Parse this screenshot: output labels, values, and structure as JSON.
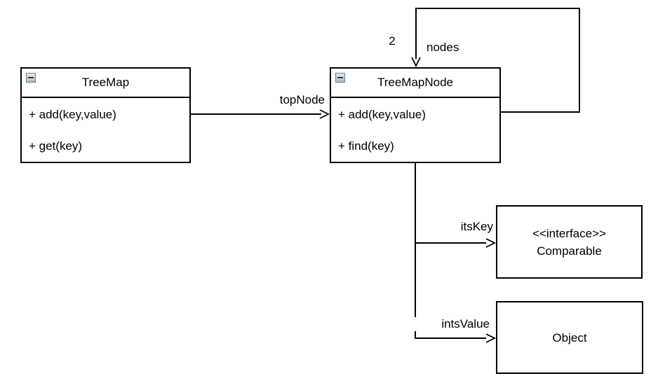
{
  "diagram": {
    "background_color": "#ffffff",
    "line_color": "#000000",
    "classes": [
      {
        "id": "treemap",
        "title": "TreeMap",
        "icon": "minus-collapse-icon",
        "methods": [
          "+ add(key,value)",
          "+ get(key)"
        ]
      },
      {
        "id": "treemapnode",
        "title": "TreeMapNode",
        "icon": "minus-collapse-icon",
        "methods": [
          "+ add(key,value)",
          "+ find(key)"
        ]
      }
    ],
    "types": [
      {
        "id": "comparable",
        "stereotype": "<<interface>>",
        "name": "Comparable"
      },
      {
        "id": "object",
        "name": "Object"
      }
    ],
    "associations": [
      {
        "id": "topnode",
        "label": "topNode",
        "from": "TreeMap",
        "to": "TreeMapNode"
      },
      {
        "id": "nodes",
        "label": "nodes",
        "multiplicity": "2",
        "from": "TreeMapNode",
        "to": "TreeMapNode"
      },
      {
        "id": "itskey",
        "label": "itsKey",
        "from": "TreeMapNode",
        "to": "Comparable"
      },
      {
        "id": "intsvalue",
        "label": "intsValue",
        "from": "TreeMapNode",
        "to": "Object"
      }
    ]
  }
}
